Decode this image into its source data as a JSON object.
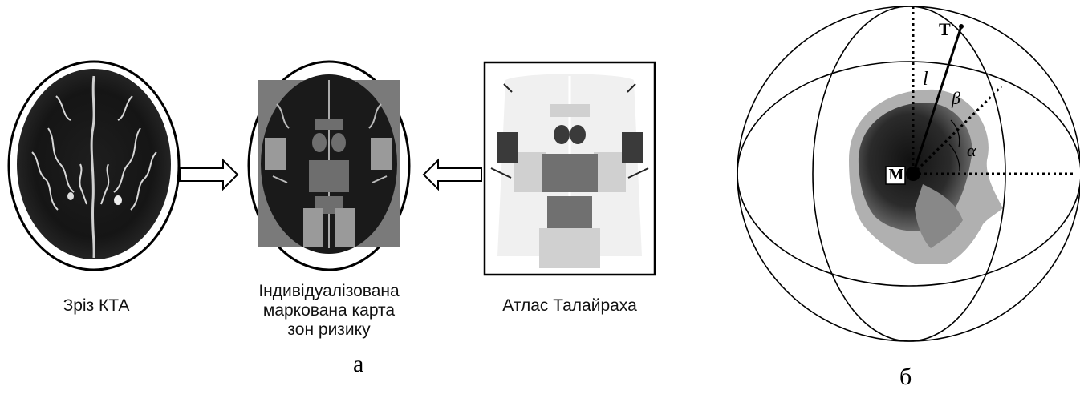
{
  "panel_a": {
    "left_caption": "Зріз КТА",
    "middle_caption": [
      "Індивідуалізована",
      "маркована карта",
      "зон ризику"
    ],
    "right_caption": "Атлас Талайраха",
    "letter": "а"
  },
  "panel_b": {
    "letter": "б",
    "point_t": "T",
    "point_m": "M",
    "label_l": "l",
    "label_beta": "β",
    "label_alpha": "α"
  }
}
